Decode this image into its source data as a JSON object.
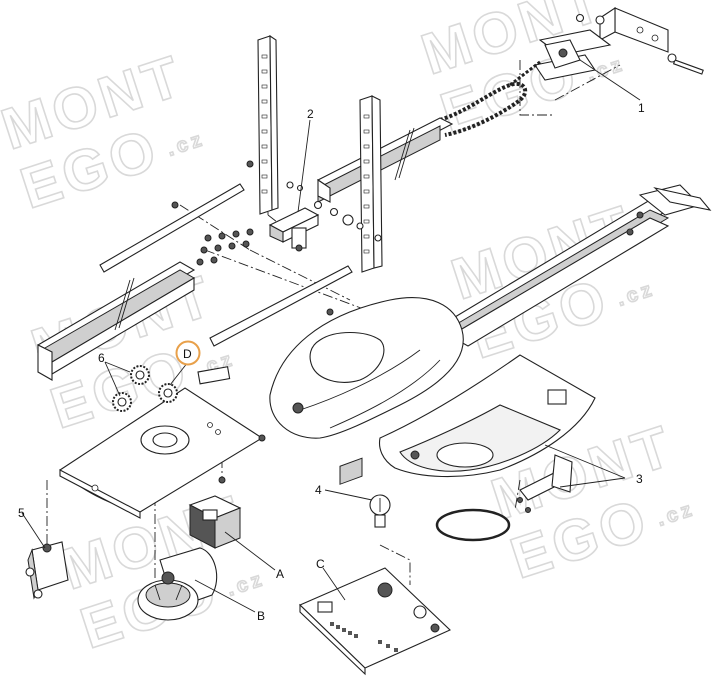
{
  "diagram": {
    "callouts": {
      "c1": "1",
      "c2": "2",
      "c3": "3",
      "c4": "4",
      "c5": "5",
      "c6": "6",
      "cA": "A",
      "cB": "B",
      "cC": "C",
      "cD": "D"
    },
    "watermark": {
      "line1": "MONT",
      "line2": "EGO",
      "suffix": ".cz"
    },
    "highlight_color": "#e8a04a"
  }
}
